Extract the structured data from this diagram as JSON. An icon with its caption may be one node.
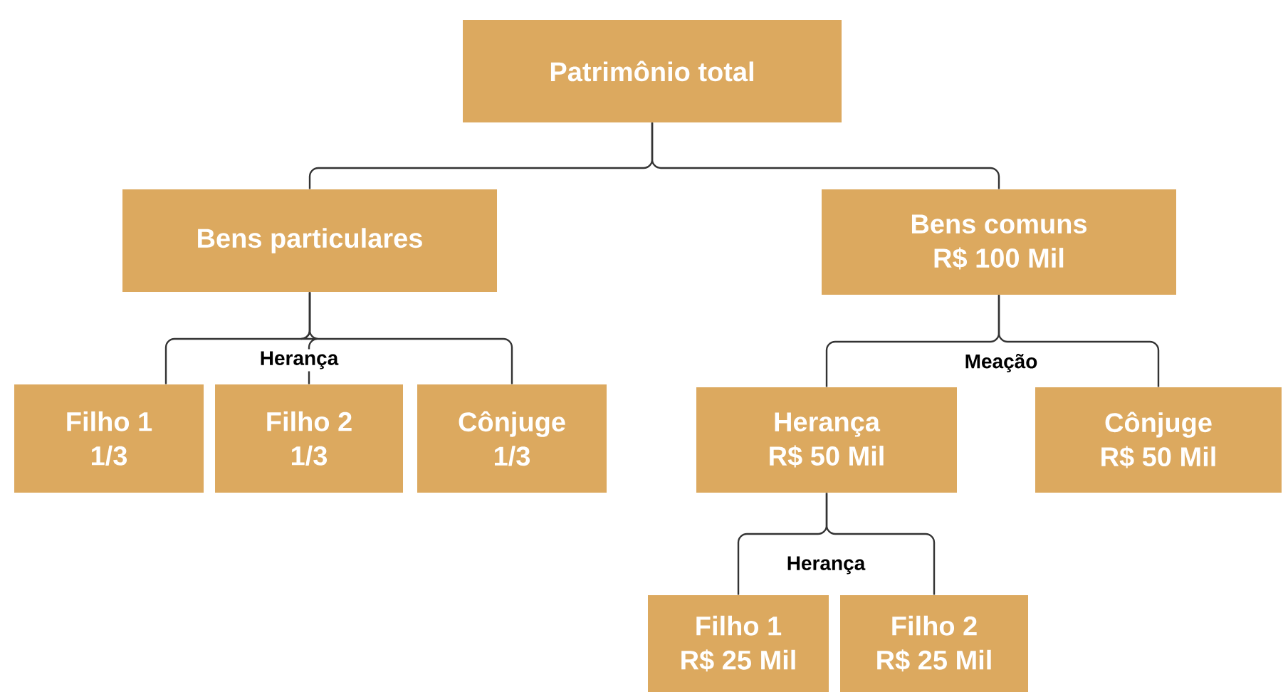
{
  "diagram": {
    "nodes": [
      {
        "text": [
          "Patrimônio total"
        ]
      },
      {
        "text": [
          "Bens particulares"
        ]
      },
      {
        "text": [
          "Bens comuns",
          "R$ 100 Mil"
        ]
      },
      {
        "text": [
          "Filho 1",
          "1/3"
        ]
      },
      {
        "text": [
          "Filho 2",
          "1/3"
        ]
      },
      {
        "text": [
          "Cônjuge",
          "1/3"
        ]
      },
      {
        "text": [
          "Herança",
          "R$ 50 Mil"
        ]
      },
      {
        "text": [
          "Cônjuge",
          "R$ 50 Mil"
        ]
      },
      {
        "text": [
          "Filho 1",
          "R$ 25 Mil"
        ]
      },
      {
        "text": [
          "Filho 2",
          "R$ 25 Mil"
        ]
      }
    ],
    "edges": [
      {
        "from": 0,
        "to": 1,
        "arrow": "none"
      },
      {
        "from": 0,
        "to": 2,
        "arrow": "none"
      },
      {
        "from": 1,
        "to": 3,
        "arrow": "none"
      },
      {
        "from": 1,
        "to": 4,
        "arrow": "none",
        "label": "Herança"
      },
      {
        "from": 1,
        "to": 5,
        "arrow": "none"
      },
      {
        "from": 2,
        "to": 6,
        "arrow": "none",
        "label": "Meação"
      },
      {
        "from": 2,
        "to": 7,
        "arrow": "none"
      },
      {
        "from": 6,
        "to": 8,
        "arrow": "none",
        "label": "Herança"
      },
      {
        "from": 6,
        "to": 9,
        "arrow": "none"
      }
    ]
  }
}
